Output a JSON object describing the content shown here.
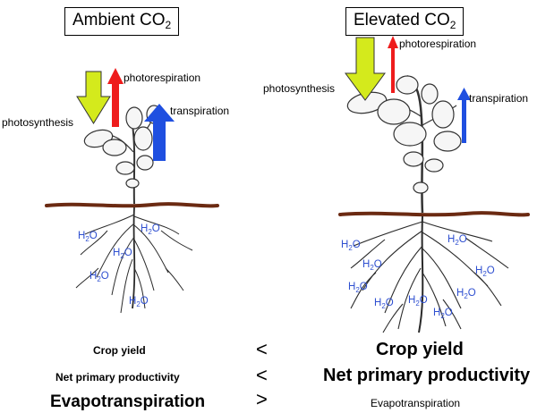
{
  "ambient": {
    "title_main": "Ambient CO",
    "title_sub": "2",
    "photosynthesis": "photosynthesis",
    "photorespiration": "photorespiration",
    "transpiration": "transpiration",
    "water_main": "H",
    "water_sub": "2",
    "water_tail": "O"
  },
  "elevated": {
    "title_main": "Elevated CO",
    "title_sub": "2",
    "photosynthesis": "photosynthesis",
    "photorespiration": "photorespiration",
    "transpiration": "transpiration"
  },
  "comparison": {
    "rows": [
      {
        "left": "Crop yield",
        "symbol": "<",
        "right": "Crop yield"
      },
      {
        "left": "Net primary productivity",
        "symbol": "<",
        "right": "Net primary productivity"
      },
      {
        "left": "Evapotranspiration",
        "symbol": ">",
        "right": "Evapotranspiration"
      }
    ]
  },
  "colors": {
    "photosynthesis_arrow": "#d4ea1c",
    "photorespiration_arrow": "#ee1c1c",
    "transpiration_arrow": "#1f4fe0",
    "soil_line": "#6b2a12",
    "water_text": "#2e4fd0"
  }
}
